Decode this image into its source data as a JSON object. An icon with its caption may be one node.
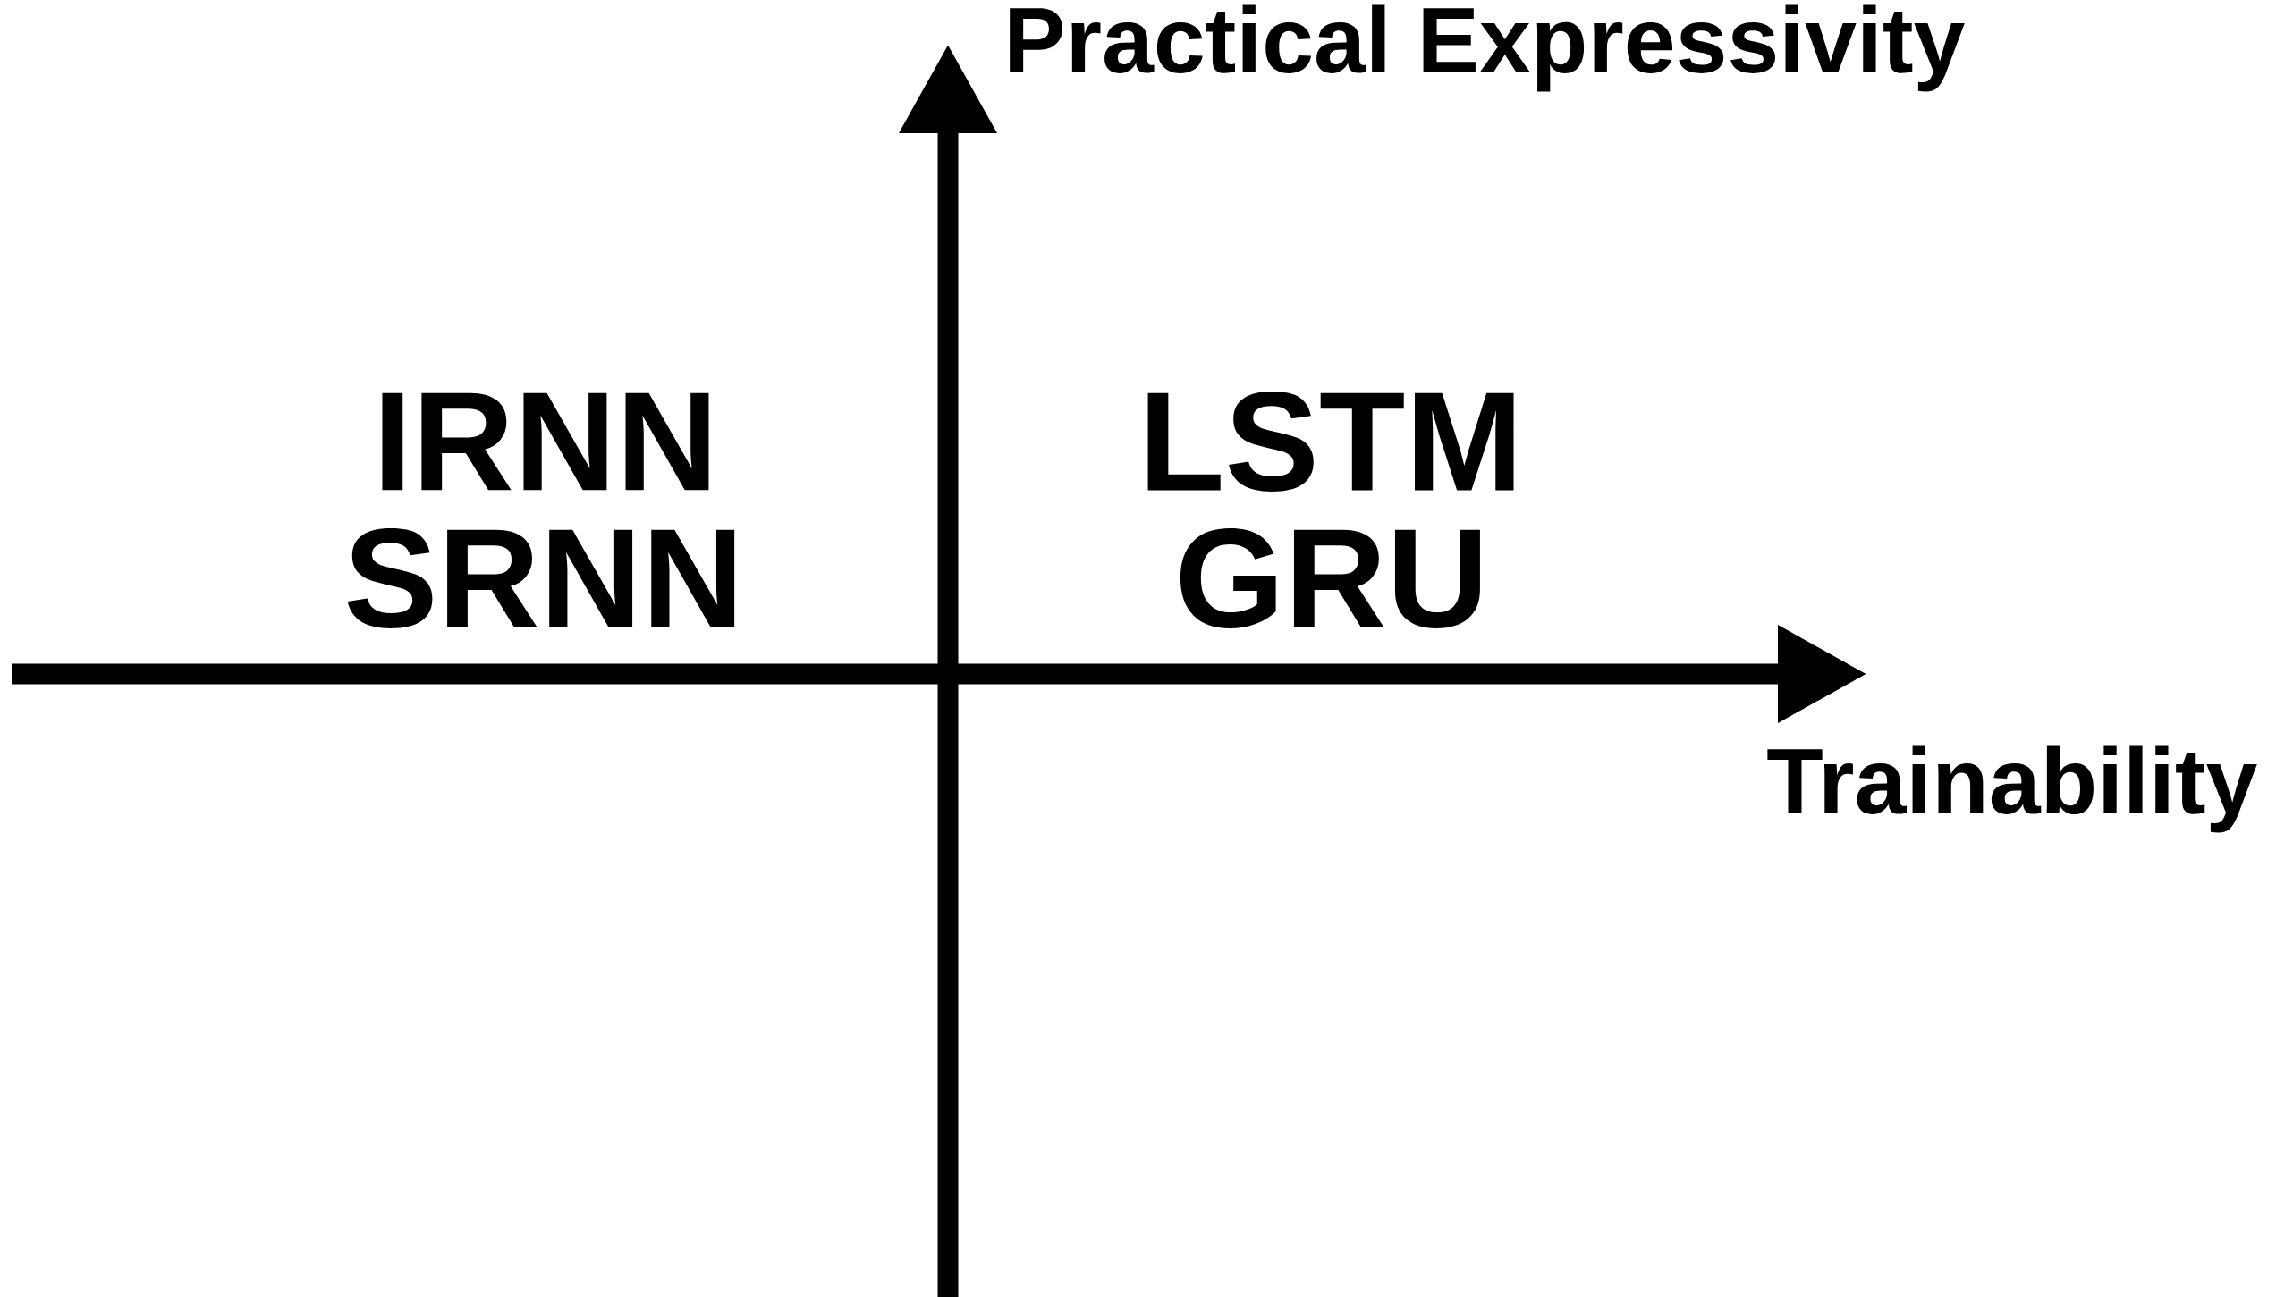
{
  "diagram": {
    "labels": [
      "Practical Expressivity",
      "IRNN",
      "LSTM",
      "SRNN",
      "GRU",
      "Trainability"
    ]
  }
}
